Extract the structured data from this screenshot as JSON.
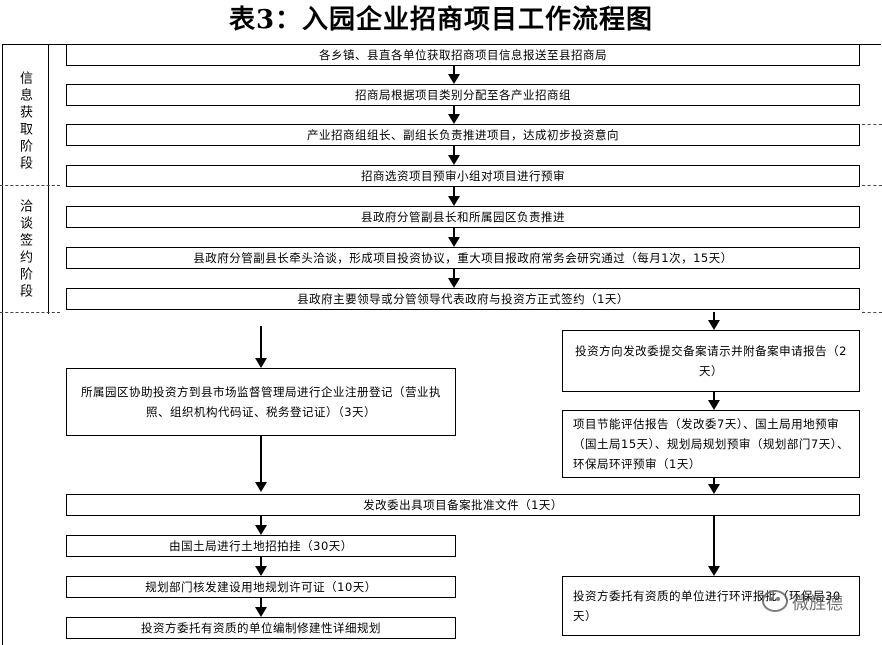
{
  "title": "表3：入园企业招商项目工作流程图",
  "stages": [
    {
      "label": "信息获取阶段"
    },
    {
      "label": "洽谈签约阶段"
    }
  ],
  "steps": [
    "各乡镇、县直各单位获取招商项目信息报送至县招商局",
    "招商局根据项目类别分配至各产业招商组",
    "产业招商组组长、副组长负责推进项目，达成初步投资意向",
    "招商选资项目预审小组对项目进行预审",
    "县政府分管副县长和所属园区负责推进",
    "县政府分管副县长牵头洽谈，形成项目投资协议，重大项目报政府常务会研究通过（每月1次，15天）",
    "县政府主要领导或分管领导代表政府与投资方正式签约（1天）"
  ],
  "left_branch": {
    "registration": "所属园区协助投资方到县市场监督管理局进行企业注册登记（营业执照、组织机构代码证、税务登记证）（3天）"
  },
  "right_branch": {
    "filing_request": "投资方向发改委提交备案请示并附备案申请报告（2天）",
    "prereview": "项目节能评估报告（发改委7天）、国土局用地预审（国土局15天）、规划局规划预审（规划部门7天）、环保局环评预审（1天）",
    "eia": "投资方委托有资质的单位进行环评报批（环保局30天）"
  },
  "merge": {
    "approval_doc": "发改委出具项目备案批准文件（1天）"
  },
  "post_steps": [
    "由国土局进行土地招拍挂（30天）",
    "规划部门核发建设用地规划许可证（10天）",
    "投资方委托有资质的单位编制修建性详细规划"
  ],
  "watermark": {
    "text": "微旌德",
    "icon": "wechat-icon"
  }
}
